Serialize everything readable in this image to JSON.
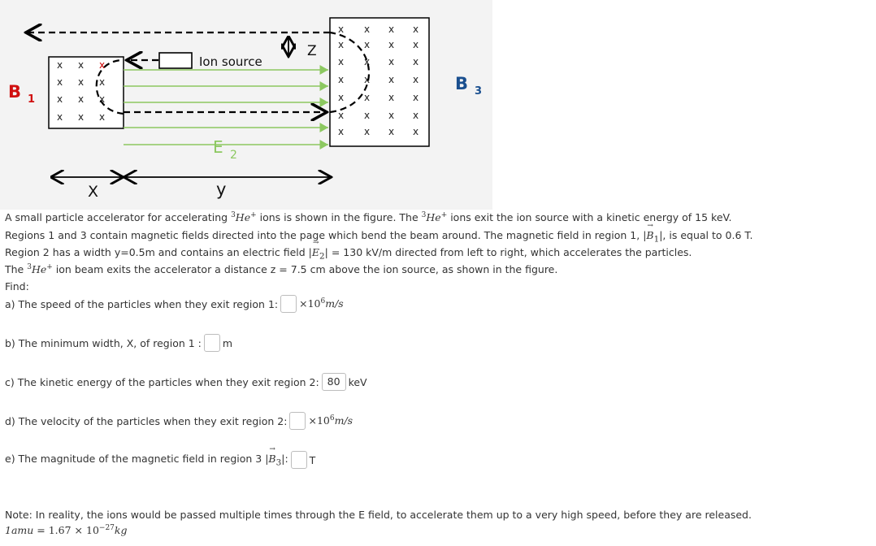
{
  "figure": {
    "ion_source_label": "Ion source",
    "label_b1": "B",
    "label_b1_sub": "1",
    "label_b3": "B",
    "label_b3_sub": "3",
    "label_e2": "E",
    "label_e2_sub": "2",
    "label_z": "Z",
    "label_x": "X",
    "label_y": "y",
    "field_mark": "x"
  },
  "problem": {
    "line1_a": "A small particle accelerator for accelerating ",
    "ion_sup": "3",
    "ion_name": "He",
    "ion_charge": "+",
    "line1_b": " ions is shown in the figure. The ",
    "line1_c": " ions exit the ion source with a kinetic energy of 15 keV.",
    "line2_a": "Regions 1 and 3 contain magnetic fields directed into the page which bend the beam around. The magnetic field in region 1, |",
    "b1_sym": "B",
    "b1_sub": "1",
    "line2_b": "|, is equal to 0.6 T.",
    "line3_a": "Region 2 has a width y=0.5m and contains an electric field |",
    "e2_sym": "E",
    "e2_sub": "2",
    "line3_b": "| = 130 kV/m directed from left to right, which accelerates the particles.",
    "line4_a": "The ",
    "line4_b": " ion beam exits the accelerator a distance z = 7.5 cm above the ion source, as shown in the figure.",
    "find": "Find:"
  },
  "questions": {
    "a_label": "a) The speed of the particles when they exit region 1:",
    "a_unit": "×10",
    "a_exp": "6",
    "a_unit2": "m/s",
    "b_label": "b) The minimum width, X, of region 1 :",
    "b_unit": "m",
    "c_label": "c) The kinetic energy of the particles when they exit region 2:",
    "c_value": "80",
    "c_unit": "keV",
    "d_label": "d) The velocity of the particles when they exit region 2:",
    "d_unit": "×10",
    "d_exp": "6",
    "d_unit2": "m/s",
    "e_label_a": "e) The magnitude of the magnetic field in region 3 |",
    "e_sym": "B",
    "e_sub": "3",
    "e_label_b": "|:",
    "e_unit": "T"
  },
  "note": {
    "text": "Note: In reality, the ions would be passed multiple times through the E field, to accelerate them up to a very high speed, before they are released.",
    "amu_a": "1amu",
    "amu_b": " = 1.67 × 10",
    "amu_exp": "−27",
    "amu_c": "kg"
  },
  "colors": {
    "mark_red": "#cc0000",
    "beam_green": "#8cc860",
    "b_label_red": "#d01010"
  }
}
